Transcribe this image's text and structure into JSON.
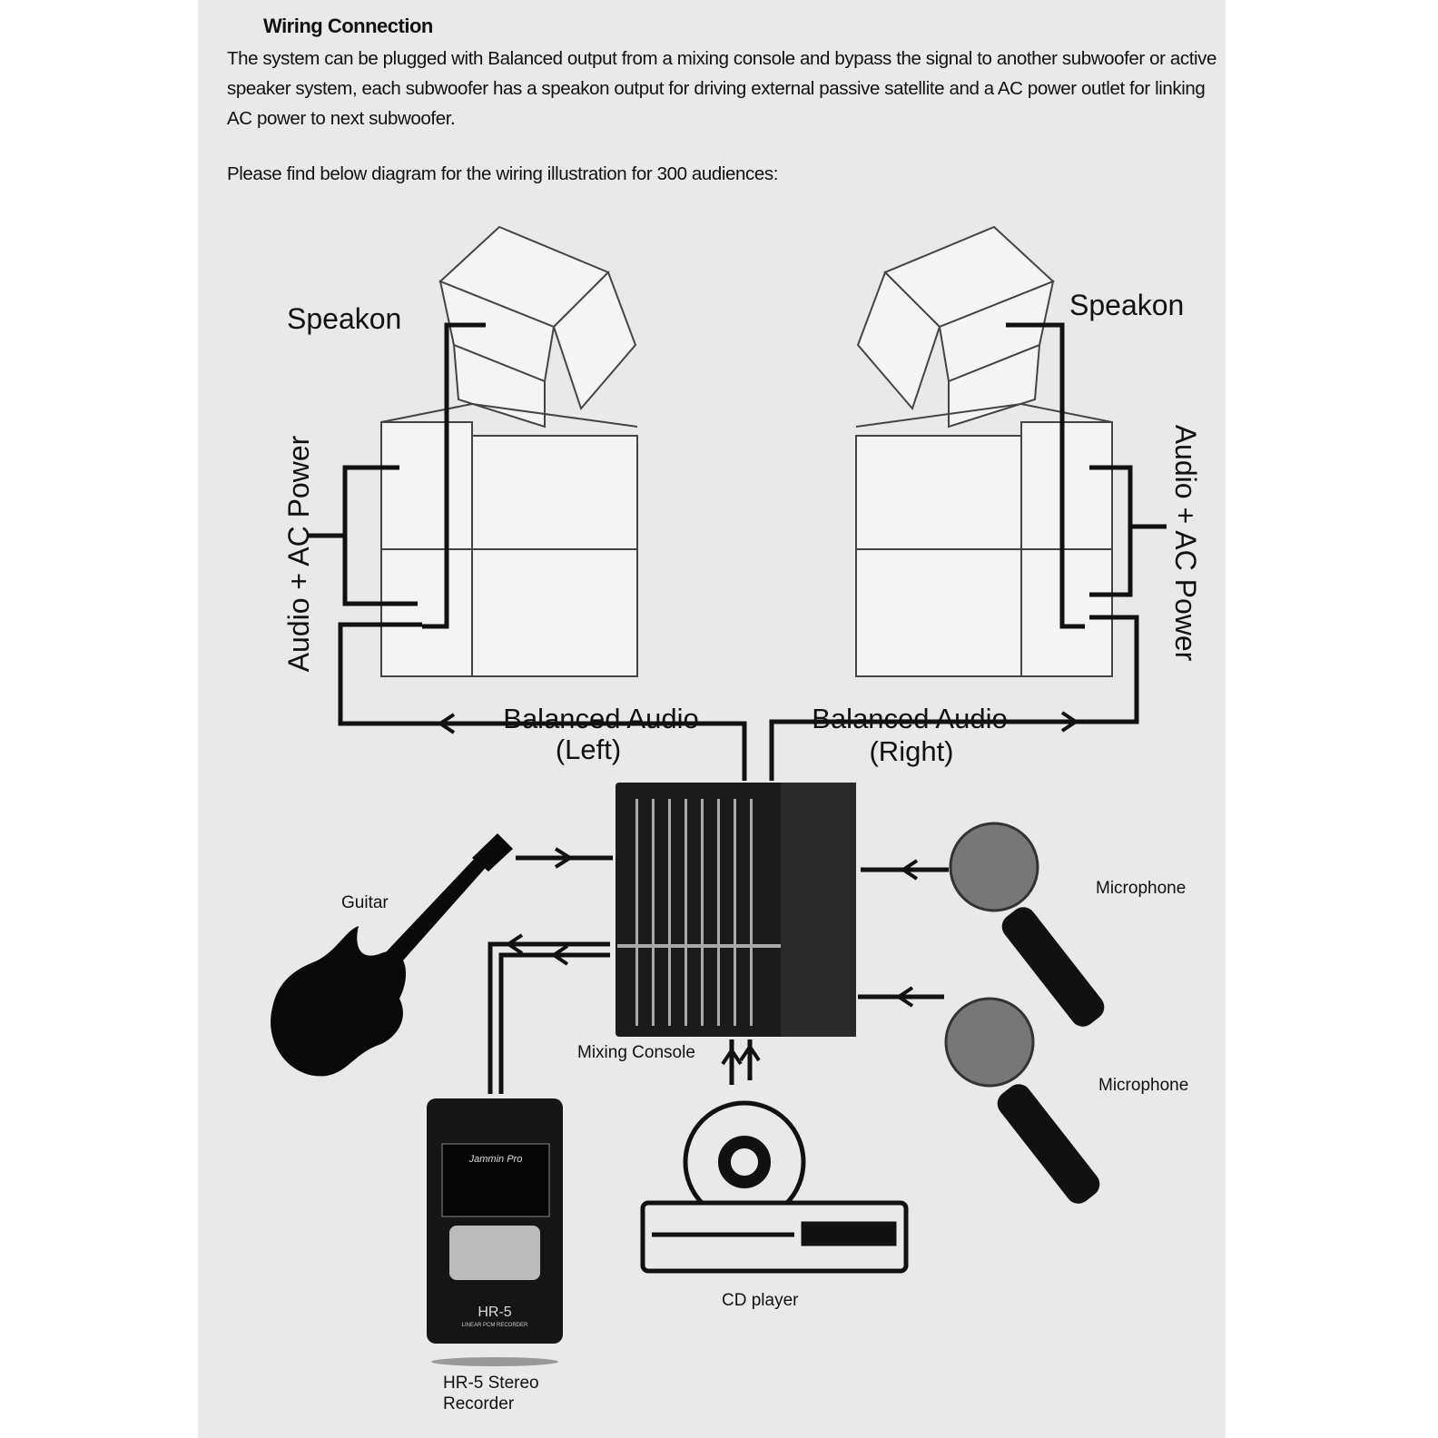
{
  "header": {
    "title": "Wiring Connection",
    "paragraph": "The system can be plugged with Balanced output from a mixing console and bypass the signal to another subwoofer or active speaker system, each subwoofer has a speakon output for driving external passive satellite and a AC power outlet for linking AC power to next subwoofer.",
    "note": "Please find below diagram for the wiring illustration for 300 audiences:"
  },
  "diagram": {
    "speakon_left": "Speakon",
    "speakon_right": "Speakon",
    "power_left": "Audio + AC Power",
    "power_right": "Audio + AC Power",
    "balanced_left_1": "Balanced Audio",
    "balanced_left_2": "(Left)",
    "balanced_right_1": "Balanced Audio",
    "balanced_right_2": "(Right)",
    "guitar": "Guitar",
    "mixer": "Mixing Console",
    "mic1": "Microphone",
    "mic2": "Microphone",
    "cd": "CD player",
    "recorder_1": "HR-5 Stereo",
    "recorder_2": "Recorder",
    "recorder_brand": "Jammin Pro",
    "recorder_model": "HR-5",
    "recorder_sub": "LINEAR PCM RECORDER"
  }
}
